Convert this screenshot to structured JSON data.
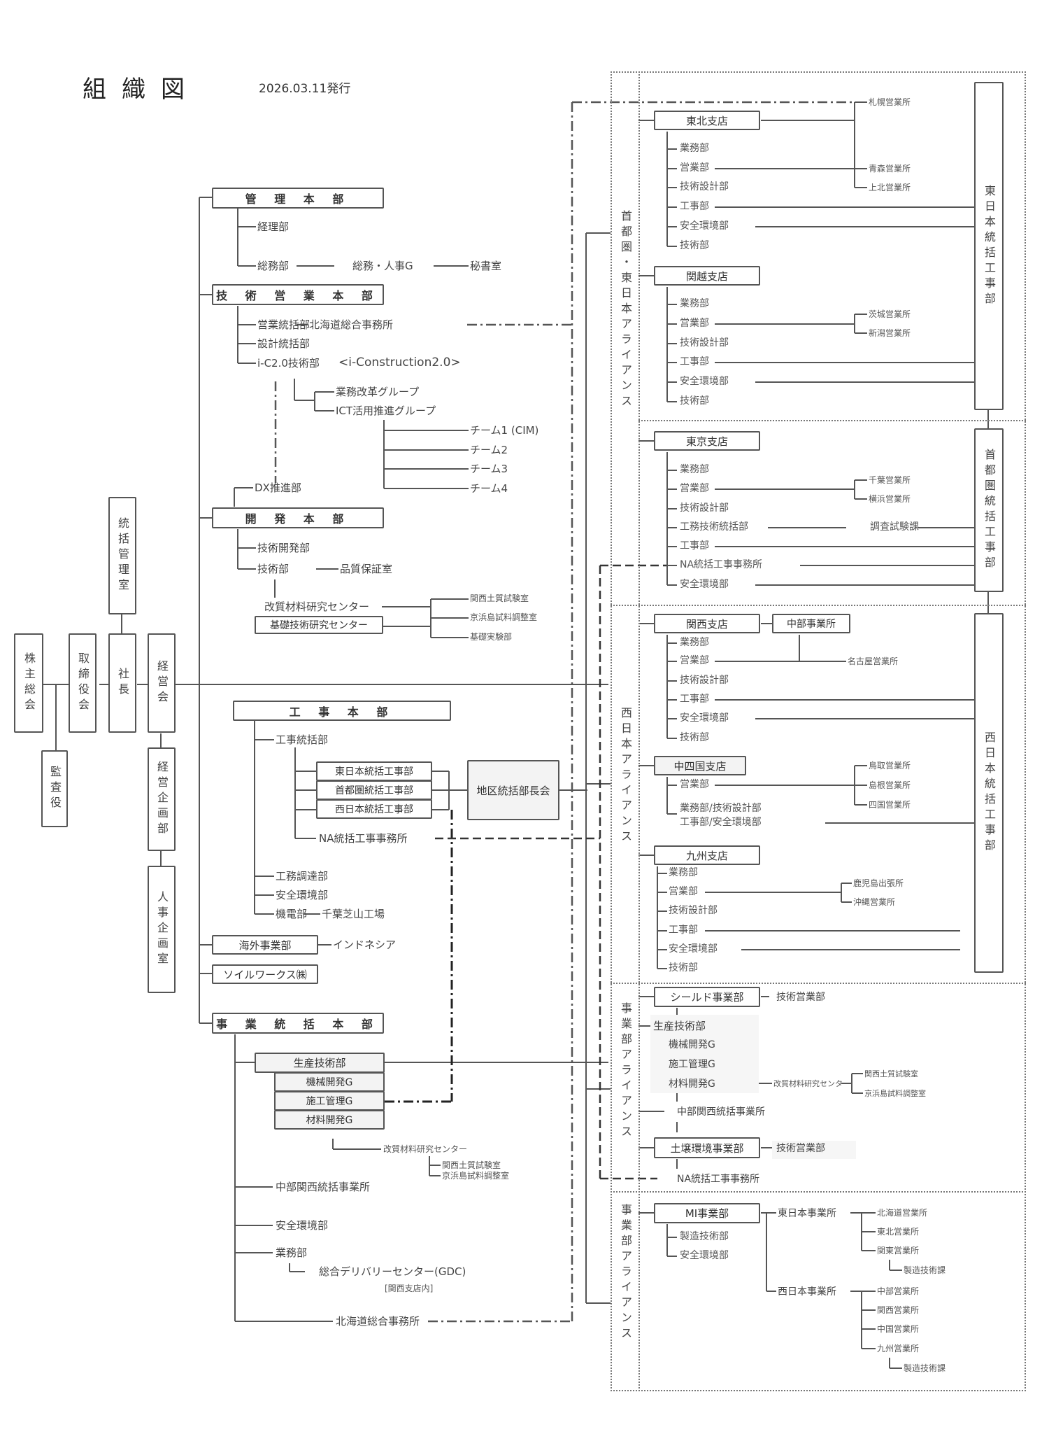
{
  "header": {
    "title": "組織図",
    "issued": "2026.03.11発行"
  },
  "top": {
    "shareholders": "株主総会",
    "auditor": "監査役",
    "board": "取締役会",
    "president": "社長",
    "general_mgmt_office": "統括管理室",
    "mgmt_meeting": "経営会",
    "corp_planning": "経営企画部",
    "hr_planning": "人事企画室"
  },
  "kanri": {
    "title": "管 理 本 部",
    "items": [
      "経理部",
      "総務部",
      "総務・人事G",
      "秘書室"
    ]
  },
  "gijutsu_eigyo": {
    "title": "技 術 営 業 本 部",
    "items": [
      "営業統括部",
      "北海道総合事務所",
      "設計統括部",
      "i-C2.0技術部",
      "<i-Construction2.0>",
      "業務改革グループ",
      "ICT活用推進グループ",
      "DX推進部"
    ],
    "teams": [
      "チーム1 (CIM)",
      "チーム2",
      "チーム3",
      "チーム4"
    ]
  },
  "kaihatsu": {
    "title": "開 発 本 部",
    "items": [
      "技術開発部",
      "技術部",
      "品質保証室",
      "改質材料研究センター",
      "基礎技術研究センター"
    ],
    "labs": [
      "関西土質試験室",
      "京浜島試料調整室",
      "基礎実験部"
    ]
  },
  "koji": {
    "title": "工 事 本 部",
    "items": [
      "工事統括部",
      "東日本統括工事部",
      "首都圏統括工事部",
      "西日本統括工事部",
      "NA統括工事事務所",
      "工務調達部",
      "安全環境部",
      "機電部",
      "千葉芝山工場"
    ],
    "regional_council": "地区統括部長会"
  },
  "overseas": {
    "title": "海外事業部",
    "sub": "インドネシア"
  },
  "soilworks": {
    "title": "ソイルワークス㈱"
  },
  "jigyo_tokatsu": {
    "title": "事 業 統 括 本 部",
    "production": "生産技術部",
    "groups": [
      "機械開発G",
      "施工管理G",
      "材料開発G"
    ],
    "center": "改質材料研究センター",
    "center_labs": [
      "関西土質試験室",
      "京浜島試料調整室"
    ],
    "items": [
      "中部関西統括事業所",
      "安全環境部",
      "業務部",
      "総合デリバリーセンター(GDC)",
      "[関西支店内]",
      "北海道総合事務所"
    ]
  },
  "alliances": {
    "east": "首都圏・東日本アライアンス",
    "west": "西日本アライアンス",
    "biz1": "事業部アライアンス",
    "biz2": "事業部アライアンス"
  },
  "branches": {
    "tohoku": {
      "name": "東北支店",
      "depts": [
        "業務部",
        "営業部",
        "技術設計部",
        "工事部",
        "安全環境部",
        "技術部"
      ],
      "offices": [
        "札幌営業所",
        "青森営業所",
        "上北営業所"
      ]
    },
    "kanetsu": {
      "name": "関越支店",
      "depts": [
        "業務部",
        "営業部",
        "技術設計部",
        "工事部",
        "安全環境部",
        "技術部"
      ],
      "offices": [
        "茨城営業所",
        "新潟営業所"
      ]
    },
    "tokyo": {
      "name": "東京支店",
      "depts": [
        "業務部",
        "営業部",
        "技術設計部",
        "工務技術統括部",
        "工事部",
        "NA統括工事事務所",
        "安全環境部"
      ],
      "offices": [
        "千葉営業所",
        "横浜営業所"
      ],
      "survey": "調査試験課"
    },
    "kansai": {
      "name": "関西支店",
      "chubu": "中部事業所",
      "depts": [
        "業務部",
        "営業部",
        "技術設計部",
        "工事部",
        "安全環境部",
        "技術部"
      ],
      "offices": [
        "名古屋営業所"
      ]
    },
    "chushikoku": {
      "name": "中四国支店",
      "depts": [
        "営業部",
        "業務部/技術設計部",
        "工事部/安全環境部"
      ],
      "offices": [
        "鳥取営業所",
        "島根営業所",
        "四国営業所"
      ]
    },
    "kyushu": {
      "name": "九州支店",
      "depts": [
        "業務部",
        "営業部",
        "技術設計部",
        "工事部",
        "安全環境部",
        "技術部"
      ],
      "offices": [
        "鹿児島出張所",
        "沖縄営業所"
      ]
    }
  },
  "east_construction": "東日本統括工事部",
  "metro_construction": "首都圏統括工事部",
  "west_construction": "西日本統括工事部",
  "shield": {
    "name": "シールド事業部",
    "sales": "技術営業部",
    "production": "生産技術部",
    "groups": [
      "機械開発G",
      "施工管理G",
      "材料開発G"
    ],
    "center": "改質材料研究センター",
    "center_labs": [
      "関西土質試験室",
      "京浜島試料調整室"
    ],
    "chubu": "中部関西統括事業所"
  },
  "soil_env": {
    "name": "土壌環境事業部",
    "sales": "技術営業部",
    "na": "NA統括工事事務所"
  },
  "mi": {
    "name": "MI事業部",
    "depts": [
      "製造技術部",
      "安全環境部"
    ],
    "east": "東日本事業所",
    "east_offices": [
      "北海道営業所",
      "東北営業所",
      "関東営業所"
    ],
    "east_sub": "製造技術課",
    "west": "西日本事業所",
    "west_offices": [
      "中部営業所",
      "関西営業所",
      "中国営業所",
      "九州営業所"
    ],
    "west_sub": "製造技術課"
  }
}
